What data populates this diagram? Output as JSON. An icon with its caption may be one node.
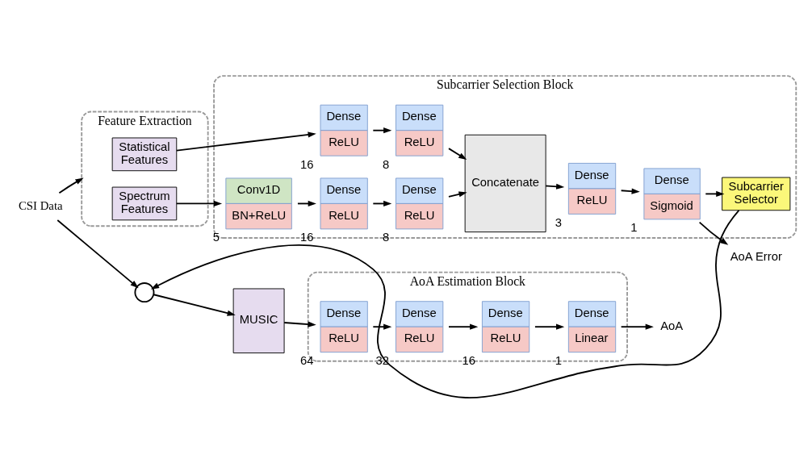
{
  "diagram": {
    "nodes": [
      {
        "text": [
          "CSI Data"
        ]
      },
      {
        "text": [
          "Feature Extraction"
        ]
      },
      {
        "text": [
          "Statistical Features"
        ],
        "in": 1
      },
      {
        "text": [
          "Spectrum Features"
        ],
        "in": 1
      },
      {
        "text": [
          "Subcarrier Selection Block"
        ]
      },
      {
        "text": [
          "Dense",
          "ReLU"
        ],
        "beside": [
          "16"
        ],
        "in": 4
      },
      {
        "text": [
          "Dense",
          "ReLU"
        ],
        "beside": [
          "8"
        ],
        "in": 4
      },
      {
        "text": [
          "Conv1D",
          "BN+ReLU"
        ],
        "beside": [
          "5"
        ],
        "in": 4
      },
      {
        "text": [
          "Dense",
          "ReLU"
        ],
        "beside": [
          "16"
        ],
        "in": 4
      },
      {
        "text": [
          "Dense",
          "ReLU"
        ],
        "beside": [
          "8"
        ],
        "in": 4
      },
      {
        "text": [
          "Concatenate"
        ],
        "in": 4
      },
      {
        "text": [
          "Dense",
          "ReLU"
        ],
        "beside": [
          "3"
        ],
        "in": 4
      },
      {
        "text": [
          "Dense",
          "Sigmoid"
        ],
        "beside": [
          "1"
        ],
        "in": 4
      },
      {
        "text": [
          "Subcarrier Selector"
        ],
        "in": 4
      },
      {
        "text": [
          "AoA Error"
        ]
      },
      {
        "text": [],
        "shape": "circle"
      },
      {
        "text": [
          "MUSIC"
        ]
      },
      {
        "text": [
          "AoA Estimation Block"
        ]
      },
      {
        "text": [
          "Dense",
          "ReLU"
        ],
        "beside": [
          "64"
        ],
        "in": 17
      },
      {
        "text": [
          "Dense",
          "ReLU"
        ],
        "beside": [
          "32"
        ],
        "in": 17
      },
      {
        "text": [
          "Dense",
          "ReLU"
        ],
        "beside": [
          "16"
        ],
        "in": 17
      },
      {
        "text": [
          "Dense",
          "Linear"
        ],
        "beside": [
          "1"
        ],
        "in": 17
      },
      {
        "text": [
          "AoA"
        ]
      }
    ],
    "edges": [
      {
        "from": 0,
        "to": 1,
        "arrow": "to"
      },
      {
        "from": 0,
        "to": 15,
        "arrow": "to"
      },
      {
        "from": 2,
        "to": 5,
        "arrow": "to"
      },
      {
        "from": 5,
        "to": 6,
        "arrow": "to"
      },
      {
        "from": 6,
        "to": 10,
        "arrow": "to"
      },
      {
        "from": 3,
        "to": 7,
        "arrow": "to"
      },
      {
        "from": 7,
        "to": 8,
        "arrow": "to"
      },
      {
        "from": 8,
        "to": 9,
        "arrow": "to"
      },
      {
        "from": 9,
        "to": 10,
        "arrow": "to"
      },
      {
        "from": 10,
        "to": 11,
        "arrow": "to"
      },
      {
        "from": 11,
        "to": 12,
        "arrow": "to"
      },
      {
        "from": 12,
        "to": 14,
        "arrow": "to"
      },
      {
        "from": 12,
        "to": 13,
        "arrow": "to"
      },
      {
        "from": 13,
        "to": 15,
        "arrow": "to"
      },
      {
        "from": 15,
        "to": 16,
        "arrow": "to"
      },
      {
        "from": 16,
        "to": 18,
        "arrow": "to"
      },
      {
        "from": 18,
        "to": 19,
        "arrow": "to"
      },
      {
        "from": 19,
        "to": 20,
        "arrow": "to"
      },
      {
        "from": 20,
        "to": 21,
        "arrow": "to"
      },
      {
        "from": 21,
        "to": 22,
        "arrow": "to"
      }
    ]
  }
}
